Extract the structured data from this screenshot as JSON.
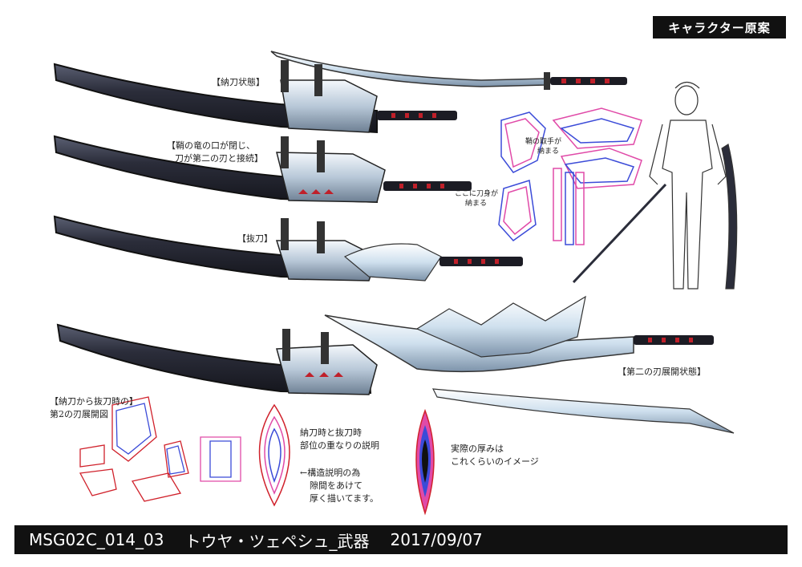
{
  "header": {
    "title": "キャラクター原案"
  },
  "labels": {
    "sheathed": "【納刀状態】",
    "dragon_mouth_line1": "【鞘の竜の口が閉じ、",
    "dragon_mouth_line2": "刀が第二の刃と接続】",
    "drawn": "【抜刀】",
    "second_blade": "【第二の刃展開状態】",
    "handle_note_line1": "鞘の取手が",
    "handle_note_line2": "納まる",
    "blade_note_line1": "ここに刀身が",
    "blade_note_line2": "納まる",
    "expand_line1": "【納刀から抜刀時の】",
    "expand_line2": "第2の刃展開図",
    "overlap_line1": "納刀時と抜刀時",
    "overlap_line2": "部位の重なりの説明",
    "structure_line1": "←構造説明の為",
    "structure_line2": "隙間をあけて",
    "structure_line3": "厚く描いてます。",
    "thickness_line1": "実際の厚みは",
    "thickness_line2": "これくらいのイメージ"
  },
  "footer": {
    "code": "MSG02C_014_03",
    "name": "トウヤ・ツェペシュ_武器",
    "date": "2017/09/07"
  },
  "colors": {
    "sheath": "#2b2d3a",
    "metal": "#c9d6e3",
    "accent_red": "#d0212b",
    "diagram_blue": "#3b4bd8",
    "diagram_pink": "#e04aa8",
    "bar": "#111111"
  }
}
